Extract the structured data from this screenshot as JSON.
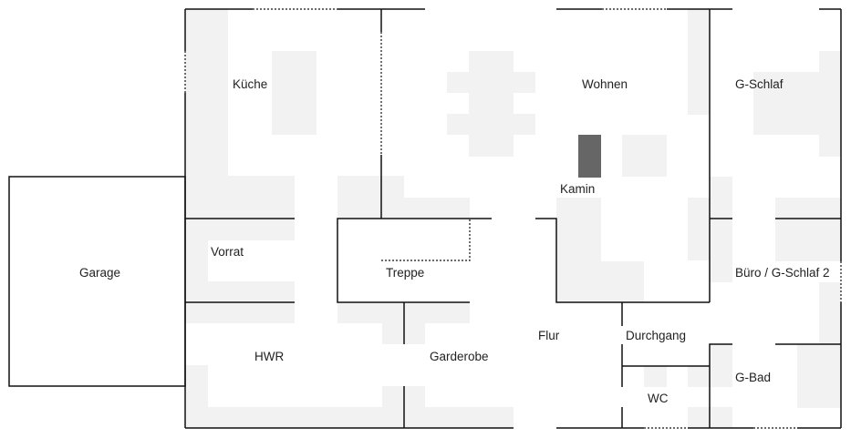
{
  "plan": {
    "rooms": {
      "kueche": "Küche",
      "wohnen": "Wohnen",
      "g_schlaf": "G-Schlaf",
      "kamin": "Kamin",
      "vorrat": "Vorrat",
      "garage": "Garage",
      "treppe": "Treppe",
      "buero": "Büro / G-Schlaf 2",
      "flur": "Flur",
      "durchgang": "Durchgang",
      "hwr": "HWR",
      "garderobe": "Garderobe",
      "g_bad": "G-Bad",
      "wc": "WC"
    },
    "colors": {
      "furniture": "#f2f2f2",
      "fireplace": "#666666",
      "wall": "#111111"
    }
  }
}
